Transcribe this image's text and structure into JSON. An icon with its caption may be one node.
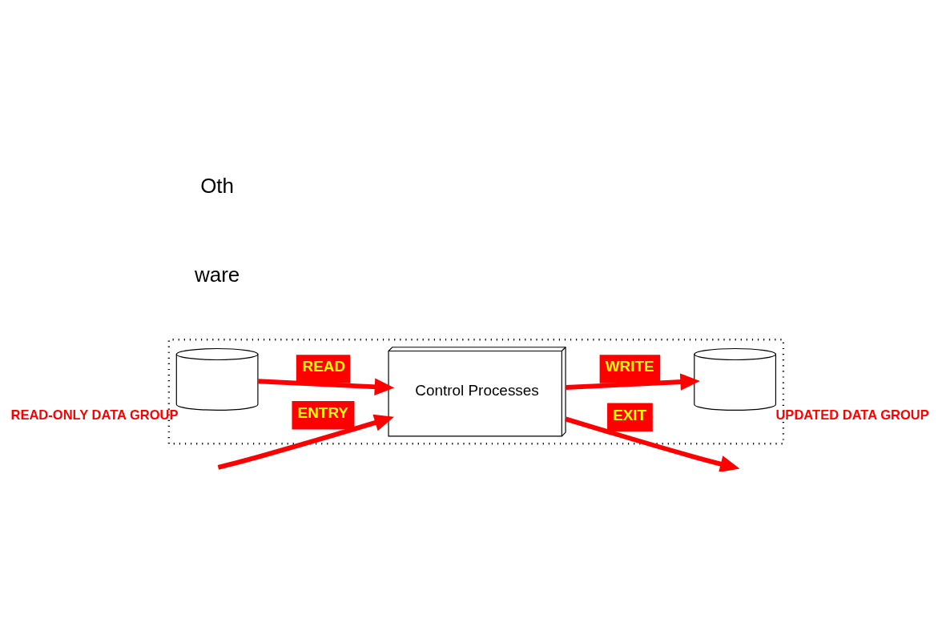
{
  "diagram": {
    "nodes": [
      {
        "text": [],
        "shape": "box"
      },
      {
        "text": [
          "Control Processes"
        ],
        "in": 0
      },
      {
        "text": [],
        "shape": "cylinder",
        "in": 0,
        "beside": [
          "READ-ONLY DATA GROUP"
        ]
      },
      {
        "text": [],
        "shape": "cylinder",
        "in": 0,
        "beside": [
          "UPDATED DATA GROUP"
        ]
      }
    ],
    "edges": [
      {
        "from": null,
        "to": 1,
        "arrow": "to",
        "label": "ENTRY"
      },
      {
        "from": 1,
        "to": null,
        "arrow": "to",
        "label": "EXIT"
      },
      {
        "from": 2,
        "to": 1,
        "arrow": "to",
        "label": "READ"
      },
      {
        "from": 1,
        "to": 3,
        "arrow": "to",
        "label": "WRITE"
      }
    ],
    "labels": [
      "ware",
      "Oth"
    ]
  }
}
